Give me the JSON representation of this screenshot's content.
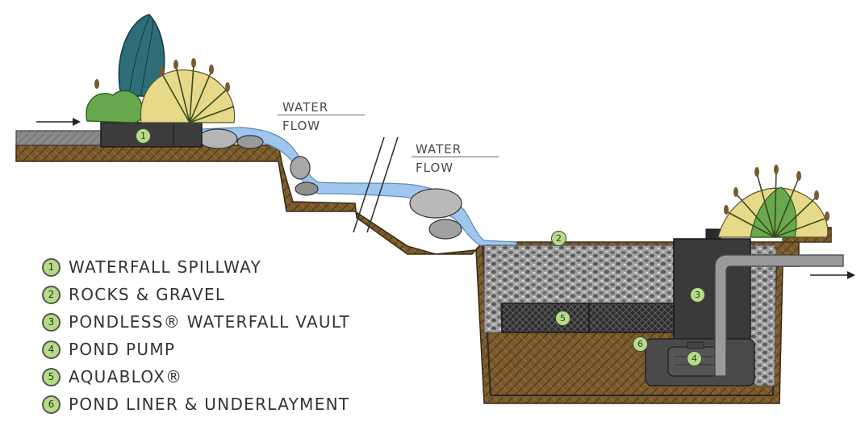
{
  "flow_labels": [
    {
      "line1": "WATER",
      "line2": "FLOW"
    },
    {
      "line1": "WATER",
      "line2": "FLOW"
    }
  ],
  "legend": [
    {
      "num": "1",
      "text": "WATERFALL SPILLWAY"
    },
    {
      "num": "2",
      "text": "ROCKS & GRAVEL"
    },
    {
      "num": "3",
      "text": "PONDLESS® WATERFALL VAULT"
    },
    {
      "num": "4",
      "text": "POND PUMP"
    },
    {
      "num": "5",
      "text": "AQUABLOX®"
    },
    {
      "num": "6",
      "text": "POND LINER & UNDERLAYMENT"
    }
  ],
  "callouts": [
    "1",
    "2",
    "3",
    "4",
    "5",
    "6"
  ],
  "colors": {
    "soil": "#7a5a2c",
    "water": "#9fc6ee",
    "gravel": "#9d9d9d",
    "vault": "#3a3a3a",
    "accent": "#b6dc86"
  }
}
